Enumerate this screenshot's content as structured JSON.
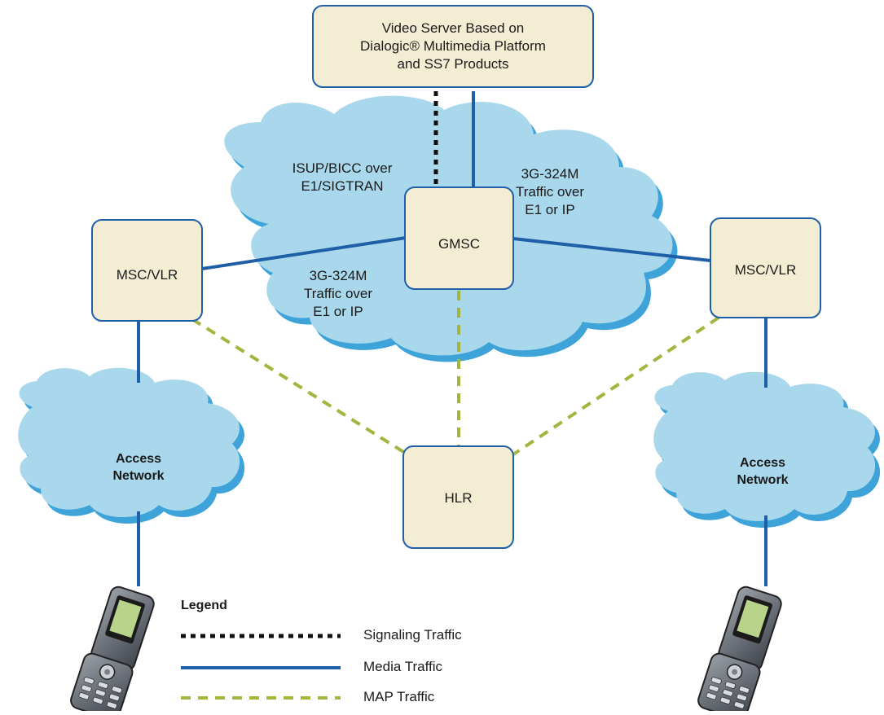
{
  "nodes": {
    "video_server": {
      "text": "Video Server Based on\nDialogic® Multimedia Platform\nand SS7 Products"
    },
    "gmsc": {
      "text": "GMSC"
    },
    "msc_left": {
      "text": "MSC/VLR"
    },
    "msc_right": {
      "text": "MSC/VLR"
    },
    "hlr": {
      "text": "HLR"
    }
  },
  "clouds": {
    "access_left": {
      "text": "Access\nNetwork"
    },
    "access_right": {
      "text": "Access\nNetwork"
    }
  },
  "cloud_labels": {
    "isup": "ISUP/BICC over\nE1/SIGTRAN",
    "traffic_right": "3G-324M\nTraffic over\nE1 or IP",
    "traffic_left": "3G-324M\nTraffic over\nE1 or IP"
  },
  "legend": {
    "title": "Legend",
    "items": [
      {
        "label": "Signaling Traffic",
        "style": "dotted-black"
      },
      {
        "label": "Media Traffic",
        "style": "solid-blue"
      },
      {
        "label": "MAP Traffic",
        "style": "dashed-olive"
      }
    ]
  },
  "colors": {
    "box_fill": "#f3edd3",
    "box_stroke": "#1f5fa8",
    "cloud_fill": "#a9d8ec",
    "cloud_shadow": "#3ea3d9",
    "media": "#1f5fa8",
    "map": "#a4b43c",
    "signaling": "#111111"
  }
}
